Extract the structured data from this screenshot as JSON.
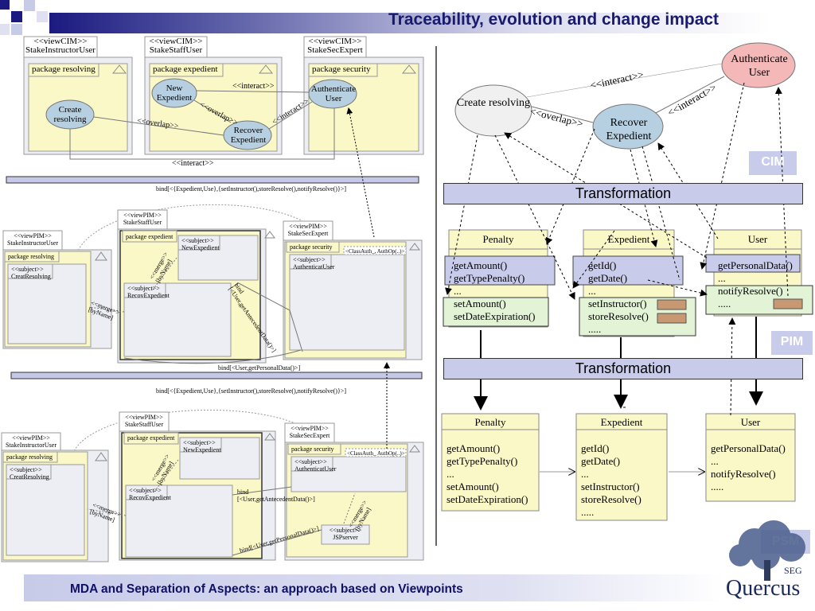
{
  "title": "Traceability, evolution and change impact",
  "footer": "MDA and Separation of Aspects: an approach based on Viewpoints",
  "logo": {
    "seg": "SEG",
    "name": "Quercus"
  },
  "layer_labels": {
    "cim": "CIM",
    "pim": "PIM",
    "psm": "PSM"
  },
  "transformation_label": "Transformation",
  "left": {
    "cim": {
      "views": [
        {
          "stereo": "<<viewCIM>>",
          "name": "StakeInstructorUser",
          "package": "package resolving"
        },
        {
          "stereo": "<<viewCIM>>",
          "name": "StakeStaffUser",
          "package": "package expedient"
        },
        {
          "stereo": "<<viewCIM>>",
          "name": "StakeSecExpert",
          "package": "package security"
        }
      ],
      "usecases": {
        "create": "Create resolving",
        "new": "New Expedient",
        "recover": "Recover Expedient",
        "auth": "Authenticate User"
      },
      "rel": {
        "interact": "<<interact>>",
        "overlap": "<<overlap>>"
      }
    },
    "pim": {
      "bind_top": "bind[<{Expedient,Use},{setInstructor(),storeResolve(),notifyResolve()}>]",
      "views": [
        {
          "stereo": "<<viewPIM>>",
          "name": "StakeInstructorUser",
          "package": "package resolving",
          "subject": "<<subject>>",
          "sname": "CreatResolving"
        },
        {
          "stereo": "<<viewPIM>>",
          "name": "StakeStaffUser",
          "package": "package expedient",
          "subject": "<<subject>>",
          "sname": "NewExpedient",
          "subject2": "<<subject>>",
          "sname2": "RecovExpedient"
        },
        {
          "stereo": "<<viewPIM>>",
          "name": "StakeSecExpert",
          "package": "package security",
          "subject": "<<subject>>",
          "sname": "AuthenticatUser"
        }
      ],
      "class_auth": "<ClassAuth_, AuthOp(..)>",
      "merge": "<<merge>>",
      "byname": "[byName]",
      "bind_mid": "bind",
      "bind_mid2": "[<User,getAntecedentData()>]",
      "bind_bottom": "bind[<User,getPersonalData()>]"
    },
    "psm": {
      "bind_top": "bind[<{Expedient,Use},{setInstructor(),storeResolve(),notifyResolve()}>]",
      "views": [
        {
          "stereo": "<<viewPIM>>",
          "name": "StakeInstructorUser",
          "package": "package resolving",
          "subject": "<<subject>>",
          "sname": "CreatResolving"
        },
        {
          "stereo": "<<viewPIM>>",
          "name": "StakeStaffUser",
          "package": "package expedient",
          "subject": "<<subject>>",
          "sname": "NewExpedient",
          "subject2": "<<subject>>",
          "sname2": "RecovExpedient"
        },
        {
          "stereo": "<<viewPIM>>",
          "name": "StakeSecExpert",
          "package": "package security",
          "subject": "<<subject>>",
          "sname": "AuthenticatUser",
          "subject3": "<<subject>>",
          "sname3": "JSPserver"
        }
      ],
      "class_auth": "<ClassAuth_ AuthOp(..)>",
      "bind_mid": "bind",
      "bind_mid2": "[<User,getAntecedentData()>]",
      "bind_low": "bind[<User,getPersonalData()>]"
    }
  },
  "right": {
    "usecases": {
      "create": "Create resolving",
      "recover": "Recover Expedient",
      "auth": "Authenticate User"
    },
    "rel": {
      "interact": "<<interact>>",
      "overlap": "<<overlap>>"
    },
    "pim_classes": [
      {
        "name": "Penalty",
        "ops": [
          "getAmount()",
          "getTypePenalty()",
          "...",
          "setAmount()",
          "setDateExpiration()"
        ]
      },
      {
        "name": "Expedient",
        "ops": [
          "getId()",
          "getDate()",
          "...",
          "setInstructor()",
          "storeResolve()",
          "....."
        ]
      },
      {
        "name": "User",
        "ops": [
          "getPersonalData()",
          "...",
          "notifyResolve()",
          "....."
        ]
      }
    ],
    "psm_classes": [
      {
        "name": "Penalty",
        "ops": [
          "getAmount()",
          "getTypePenalty()",
          "...",
          "setAmount()",
          "setDateExpiration()"
        ]
      },
      {
        "name": "Expedient",
        "ops": [
          "getId()",
          "getDate()",
          "...",
          "setInstructor()",
          "storeResolve()",
          "....."
        ]
      },
      {
        "name": "User",
        "ops": [
          "getPersonalData()",
          "...",
          "notifyResolve()",
          "....."
        ]
      }
    ]
  },
  "colors": {
    "accent": "#1a1a6e",
    "usecase": "#b6d0e2",
    "auth": "#f4b8b8",
    "class": "#fbf8c8",
    "band": "#c8cbea",
    "package": "#fbf8c8"
  }
}
